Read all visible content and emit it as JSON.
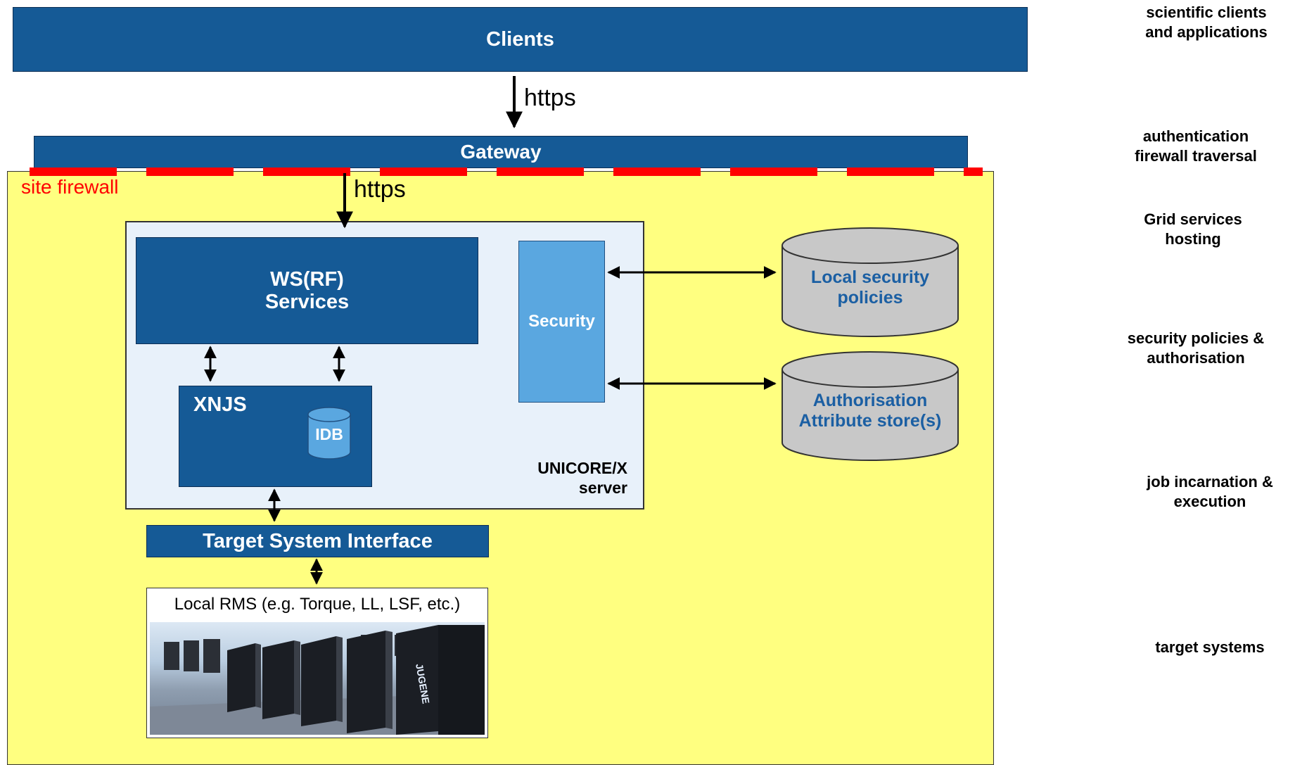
{
  "clients": {
    "label": "Clients"
  },
  "gateway": {
    "label": "Gateway"
  },
  "links": {
    "https_top": "https",
    "https_inner": "https"
  },
  "site_firewall": {
    "label": "site firewall"
  },
  "unicorex": {
    "ws_services": "WS(RF)\nServices",
    "security": "Security",
    "xnjs": "XNJS",
    "idb": "IDB",
    "server_label": "UNICORE/X\nserver"
  },
  "tsi": {
    "label": "Target System Interface"
  },
  "local_rms": {
    "label": "Local RMS (e.g. Torque, LL, LSF, etc.)",
    "photo_logo": "JUGENE"
  },
  "stores": {
    "local_security": "Local security\npolicies",
    "attribute_store": "Authorisation\nAttribute store(s)"
  },
  "layers": [
    {
      "text": "scientific clients\nand applications"
    },
    {
      "text": "authentication\nfirewall traversal"
    },
    {
      "text": "Grid services\nhosting"
    },
    {
      "text": "security policies &\nauthorisation"
    },
    {
      "text": "job incarnation &\nexecution"
    },
    {
      "text": "target systems"
    }
  ],
  "colors": {
    "dark_blue": "#155a96",
    "light_blue": "#5aa7e0",
    "site_yellow": "#ffff80",
    "server_bg": "#e8f1fa",
    "firewall_red": "#ff0000",
    "store_gray": "#c8c8c8",
    "store_text": "#1b5fa3"
  }
}
